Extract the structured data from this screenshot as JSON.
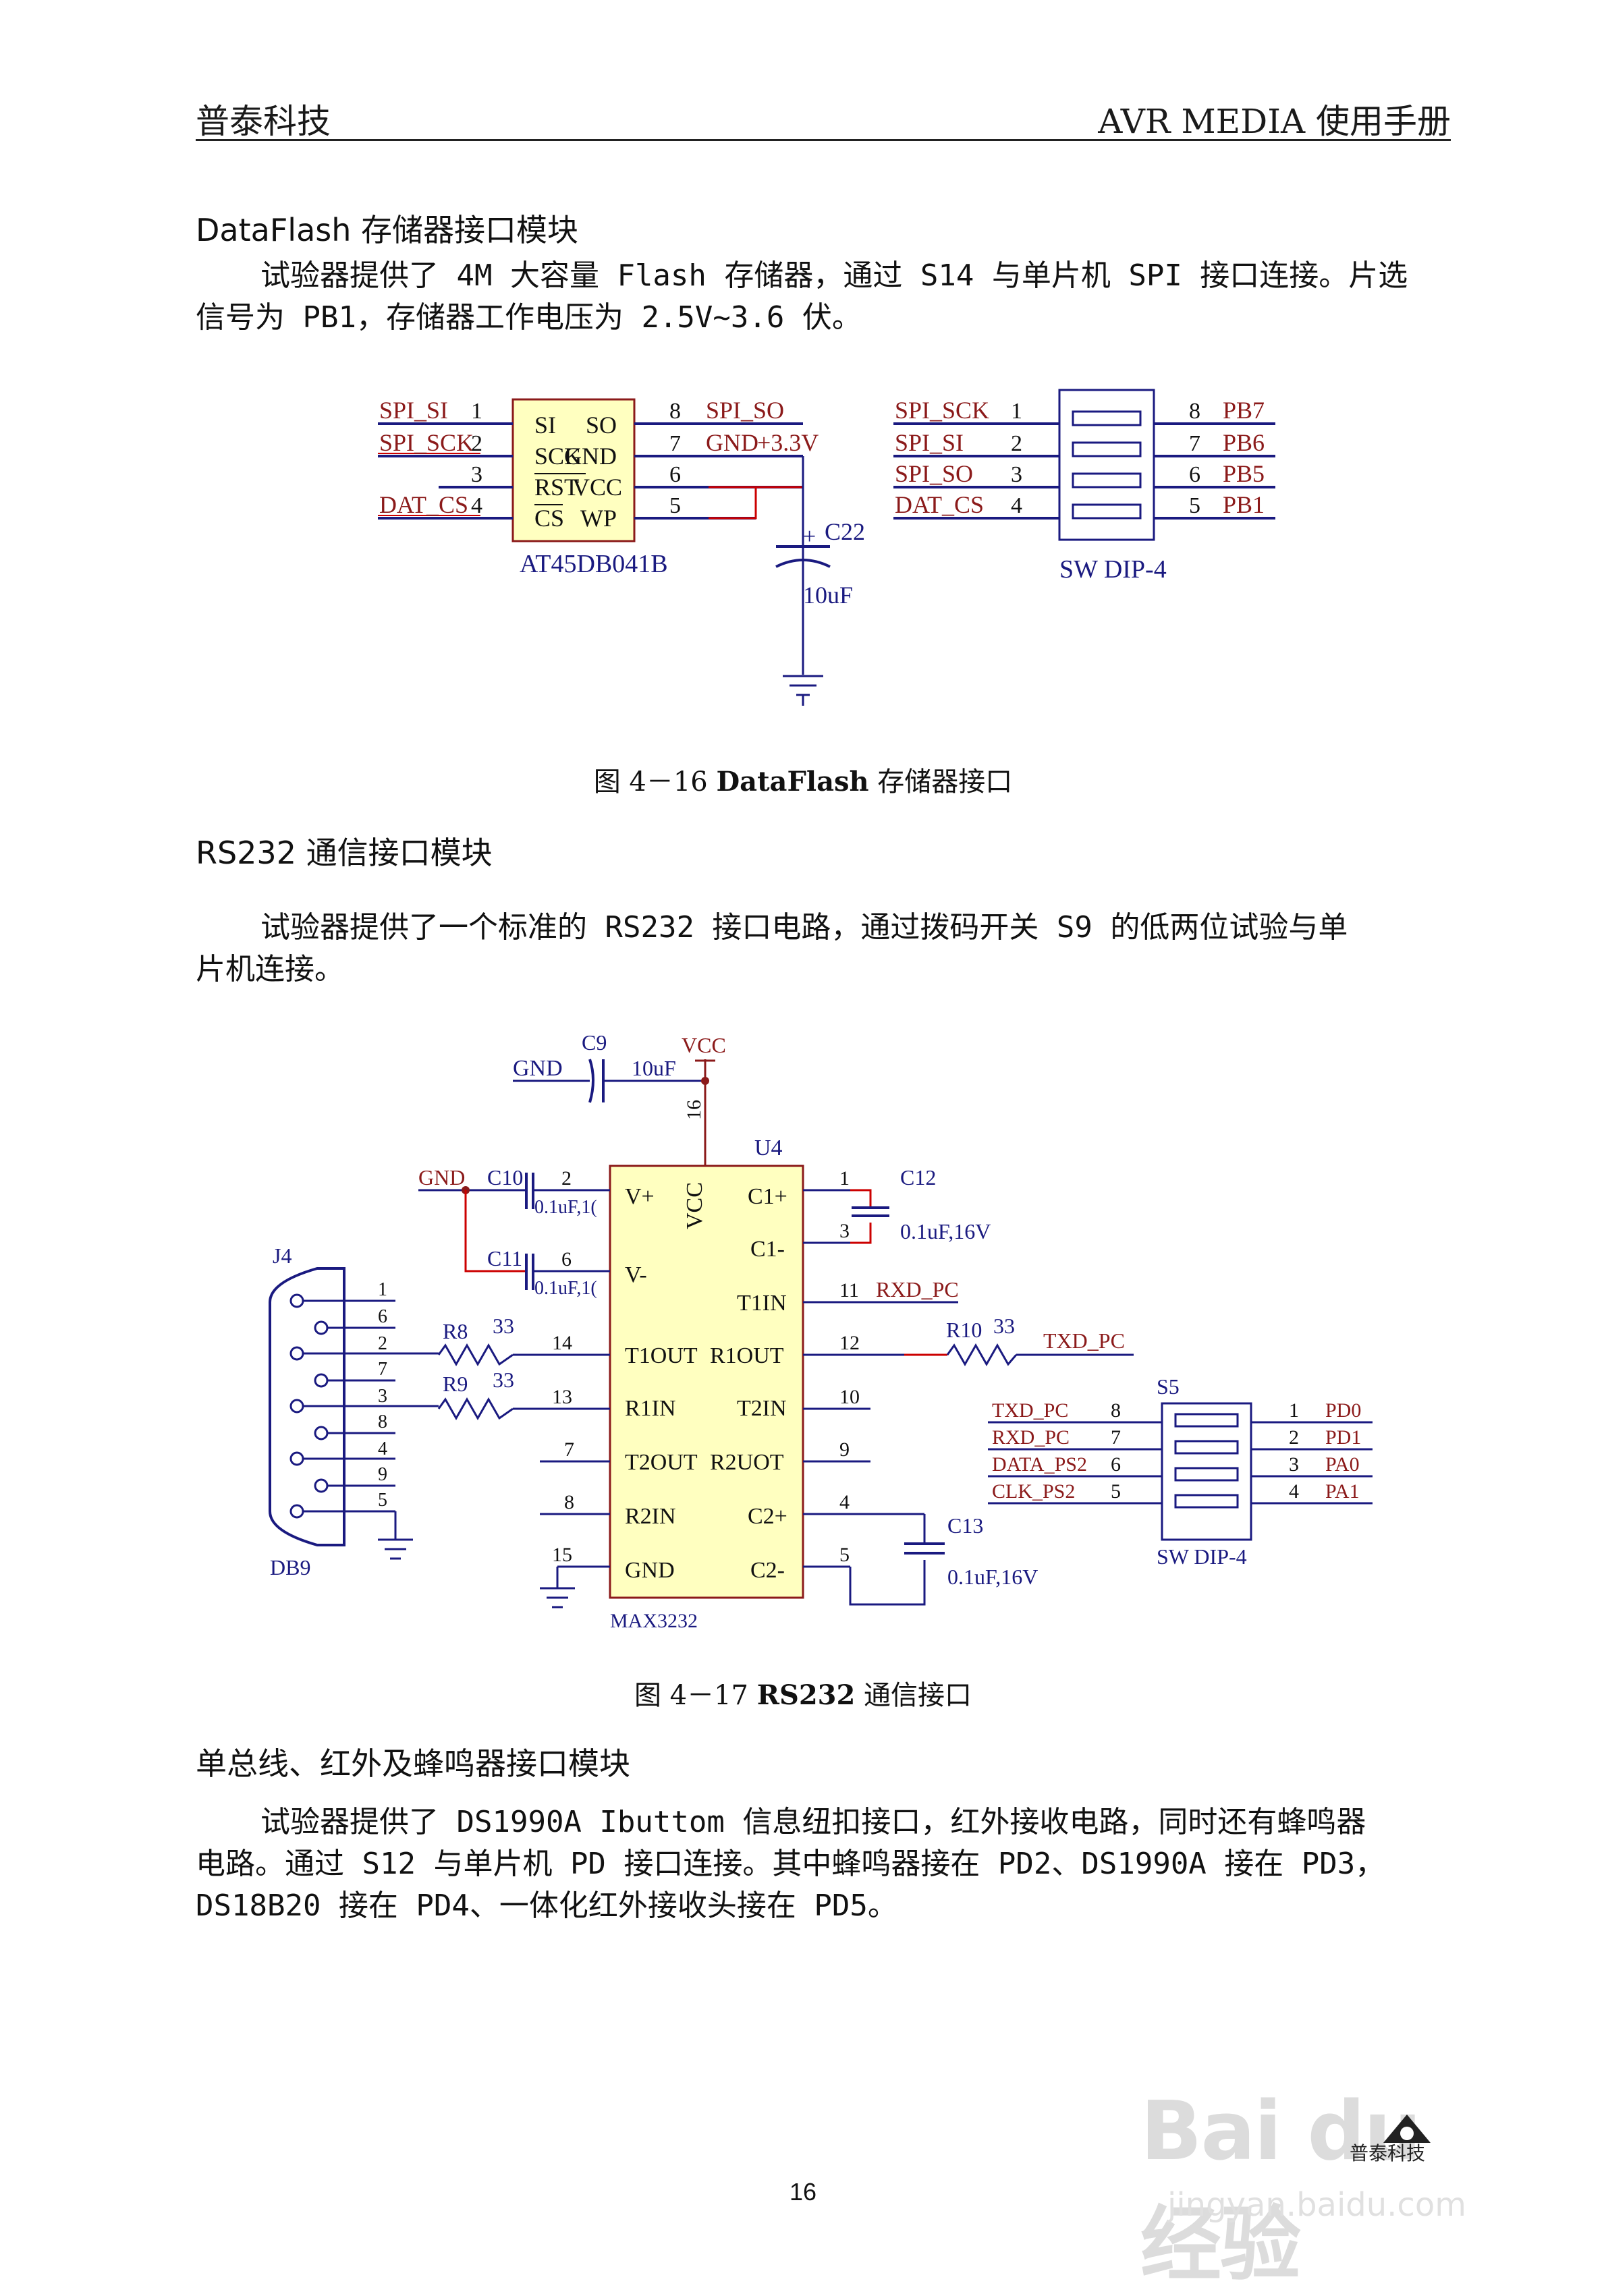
{
  "header": {
    "left": "普泰科技",
    "right": "AVR MEDIA 使用手册"
  },
  "section1": {
    "title": "DataFlash 存储器接口模块",
    "para_line1": "试验器提供了 4M 大容量 Flash 存储器，通过 S14 与单片机 SPI 接口连接。片选",
    "para_line2": "信号为 PB1，存储器工作电压为 2.5V~3.6 伏。",
    "figure_caption_prefix": "图 4－16 ",
    "figure_caption_bold": "DataFlash",
    "figure_caption_suffix": " 存储器接口"
  },
  "section2": {
    "title": "RS232 通信接口模块",
    "para_line1": "试验器提供了一个标准的 RS232 接口电路，通过拨码开关 S9 的低两位试验与单",
    "para_line2": "片机连接。",
    "figure_caption_prefix": "图 4－17 ",
    "figure_caption_bold": "RS232",
    "figure_caption_suffix": " 通信接口"
  },
  "section3": {
    "title": "单总线、红外及蜂鸣器接口模块",
    "para_line1": "试验器提供了 DS1990A Ibuttom 信息纽扣接口，红外接收电路，同时还有蜂鸣器",
    "para_line2": "电路。通过 S12 与单片机 PD 接口连接。其中蜂鸣器接在 PD2、DS1990A 接在 PD3，",
    "para_line3": "DS18B20 接在 PD4、一体化红外接收头接在 PD5。"
  },
  "fig16": {
    "chip_name": "AT45DB041B",
    "left_nets": [
      "SPI_SI",
      "SPI_SCK",
      "",
      "DAT_CS"
    ],
    "left_pins": [
      "1",
      "2",
      "3",
      "4"
    ],
    "right_pins": [
      "8",
      "7",
      "6",
      "5"
    ],
    "right_nets": [
      "SPI_SO",
      "GND",
      "",
      ""
    ],
    "chip_left_labels": [
      "SI",
      "SCK",
      "RST",
      "CS"
    ],
    "chip_right_labels": [
      "SO",
      "GND",
      "VCC",
      "WP"
    ],
    "supply_label": "+3.3V",
    "cap_name": "C22",
    "cap_value": "10uF",
    "cap_plus": "+",
    "dip_left_nets": [
      "SPI_SCK",
      "SPI_SI",
      "SPI_SO",
      "DAT_CS"
    ],
    "dip_left_pins": [
      "1",
      "2",
      "3",
      "4"
    ],
    "dip_right_pins": [
      "8",
      "7",
      "6",
      "5"
    ],
    "dip_right_nets": [
      "PB7",
      "PB6",
      "PB5",
      "PB1"
    ],
    "dip_name": "SW DIP-4"
  },
  "fig17": {
    "c9_name": "C9",
    "c9_value": "10uF",
    "gnd_top": "GND",
    "vcc_label": "VCC",
    "pin16": "16",
    "u4_name": "U4",
    "gnd_left": "GND",
    "c10_name": "C10",
    "c10_value": "0.1uF,1(",
    "c11_name": "C11",
    "c11_value": "0.1uF,1(",
    "pin2": "2",
    "pin6": "6",
    "c12_name": "C12",
    "c12_value": "0.1uF,16V",
    "c13_name": "C13",
    "c13_value": "0.1uF,16V",
    "j4_name": "J4",
    "db9_name": "DB9",
    "db9_pins": [
      "1",
      "6",
      "2",
      "7",
      "3",
      "8",
      "4",
      "9",
      "5"
    ],
    "r8_name": "R8",
    "r8_value": "33",
    "r9_name": "R9",
    "r9_value": "33",
    "r10_name": "R10",
    "r10_value": "33",
    "chip_left": [
      "V+",
      "V-",
      "T1OUT",
      "R1IN",
      "T2OUT",
      "R2IN",
      "GND"
    ],
    "chip_right": [
      "C1+",
      "C1-",
      "T1IN",
      "R1OUT",
      "T2IN",
      "R2UOT",
      "C2+",
      "C2-"
    ],
    "chip_vcc": "VCC",
    "chip_name": "MAX3232",
    "left_pins": [
      "14",
      "13",
      "7",
      "8",
      "15"
    ],
    "right_pins": [
      "1",
      "3",
      "11",
      "12",
      "10",
      "9",
      "4",
      "5"
    ],
    "rxd_pc": "RXD_PC",
    "txd_pc": "TXD_PC",
    "s5_name": "S5",
    "s5_left_nets": [
      "TXD_PC",
      "RXD_PC",
      "DATA_PS2",
      "CLK_PS2"
    ],
    "s5_left_pins": [
      "8",
      "7",
      "6",
      "5"
    ],
    "s5_right_pins": [
      "1",
      "2",
      "3",
      "4"
    ],
    "s5_right_nets": [
      "PD0",
      "PD1",
      "PA0",
      "PA1"
    ],
    "s5_dip": "SW DIP-4"
  },
  "page_number": "16",
  "watermark": {
    "main": "Bai du 经验",
    "sub": "jingyan.baidu.com",
    "logo_text": "普泰科技"
  },
  "colors": {
    "net_label": "#8b1a1a",
    "wire": "#1a1a80",
    "wire_red": "#cc0000",
    "chip_fill": "#ffffc0"
  }
}
